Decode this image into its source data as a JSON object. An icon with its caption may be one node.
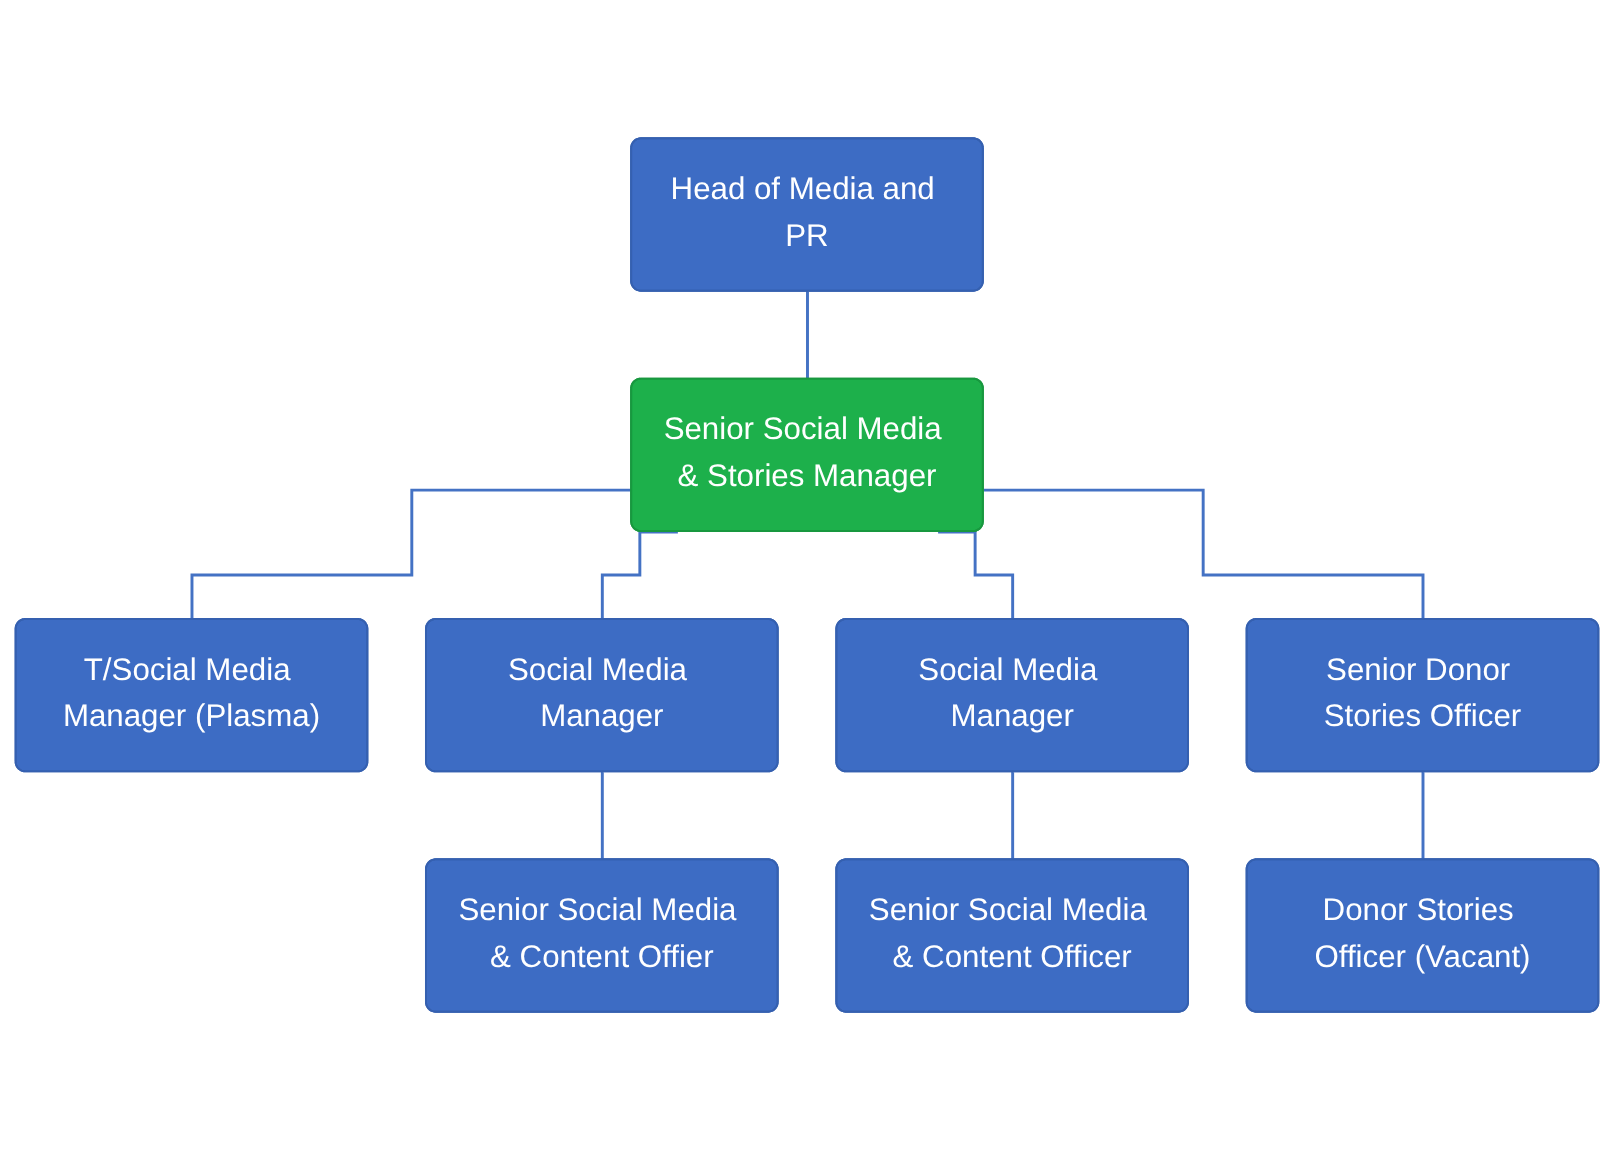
{
  "diagram": {
    "nodes": [
      {
        "text": [
          "Head of Media and PR"
        ]
      },
      {
        "text": [
          "Senior Social Media & Stories Manager"
        ]
      },
      {
        "text": [
          "T/Social Media Manager (Plasma)"
        ]
      },
      {
        "text": [
          "Social Media Manager"
        ]
      },
      {
        "text": [
          "Social Media Manager"
        ]
      },
      {
        "text": [
          "Senior Donor Stories Officer"
        ]
      },
      {
        "text": [
          "Senior Social Media & Content Offier"
        ]
      },
      {
        "text": [
          "Senior Social Media & Content Officer"
        ]
      },
      {
        "text": [
          "Donor Stories Officer (Vacant)"
        ]
      }
    ],
    "edges": [
      {
        "from": 0,
        "to": 1,
        "arrow": "none"
      },
      {
        "from": 1,
        "to": 2,
        "arrow": "none"
      },
      {
        "from": 1,
        "to": 3,
        "arrow": "none"
      },
      {
        "from": 1,
        "to": 4,
        "arrow": "none"
      },
      {
        "from": 1,
        "to": 5,
        "arrow": "none"
      },
      {
        "from": 3,
        "to": 6,
        "arrow": "none"
      },
      {
        "from": 4,
        "to": 7,
        "arrow": "none"
      },
      {
        "from": 5,
        "to": 8,
        "arrow": "none"
      }
    ]
  }
}
